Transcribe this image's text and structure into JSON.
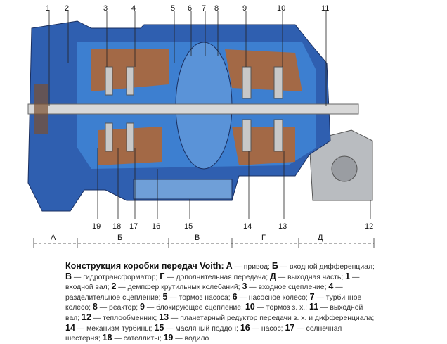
{
  "diagram": {
    "part_numbers_top": [
      "1",
      "2",
      "3",
      "4",
      "5",
      "6",
      "7",
      "8",
      "9",
      "10",
      "11"
    ],
    "part_numbers_bottom": [
      "19",
      "18",
      "17",
      "16",
      "15",
      "14",
      "13",
      "12"
    ],
    "sections": [
      "А",
      "Б",
      "В",
      "Г",
      "Д"
    ],
    "colors": {
      "housing": "#2f5fb0",
      "inner": "#3d7fd0",
      "oil": "#b5652e",
      "shaft": "#d8d8d8",
      "pump": "#b9bcc0"
    }
  },
  "caption": {
    "title": "Конструкция коробки передач Voith:",
    "segments": [
      {
        "b": "А",
        "t": " — привод; "
      },
      {
        "b": "Б",
        "t": " — входной дифференциал; "
      },
      {
        "b": "В",
        "t": " — гидротрансформатор; "
      },
      {
        "b": "Г",
        "t": " — дополнительная передача; "
      },
      {
        "b": "Д",
        "t": " — выходная часть; "
      },
      {
        "b": "1",
        "t": " — входной вал; "
      },
      {
        "b": "2",
        "t": " — демпфер крутильных колебаний; "
      },
      {
        "b": "3",
        "t": " — входное сцепление; "
      },
      {
        "b": "4",
        "t": " — разделительное сцепление; "
      },
      {
        "b": "5",
        "t": " — тормоз насоса; "
      },
      {
        "b": "6",
        "t": " — насосное колесо; "
      },
      {
        "b": "7",
        "t": " — турбинное колесо; "
      },
      {
        "b": "8",
        "t": " — реактор; "
      },
      {
        "b": "9",
        "t": " — блокирующее сцепление; "
      },
      {
        "b": "10",
        "t": " — тормоз з. х.; "
      },
      {
        "b": "11",
        "t": " — выходной вал; "
      },
      {
        "b": "12",
        "t": " — теплообменник; "
      },
      {
        "b": "13",
        "t": " — планетарный редуктор передачи з. х. и дифференциала; "
      },
      {
        "b": "14",
        "t": " — механизм турбины; "
      },
      {
        "b": "15",
        "t": " — масляный поддон; "
      },
      {
        "b": "16",
        "t": " — насос; "
      },
      {
        "b": "17",
        "t": " — солнечная шестерня; "
      },
      {
        "b": "18",
        "t": " — сателлиты; "
      },
      {
        "b": "19",
        "t": " — водило"
      }
    ]
  }
}
